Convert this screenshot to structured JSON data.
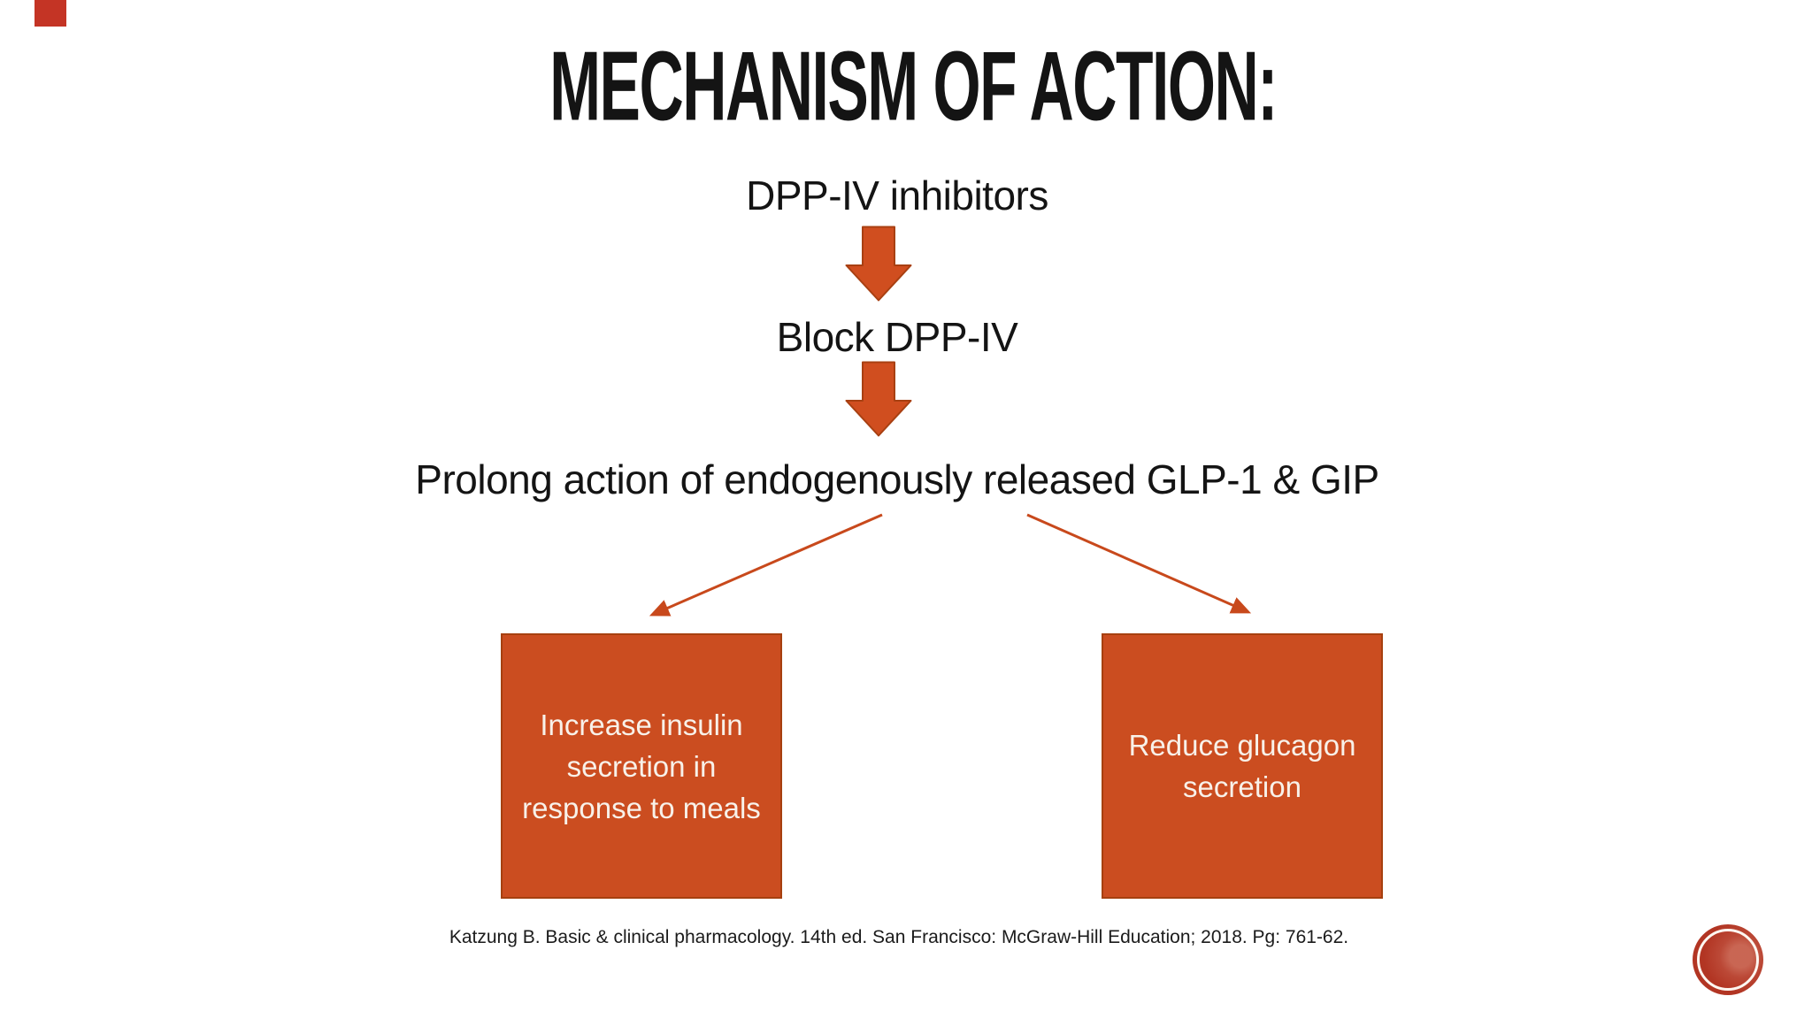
{
  "slide": {
    "title": "MECHANISM OF ACTION:",
    "flow": {
      "steps": [
        {
          "label": "DPP-IV inhibitors"
        },
        {
          "label": "Block DPP-IV"
        },
        {
          "label": "Prolong action of endogenously released GLP-1 & GIP"
        }
      ],
      "outcomes": [
        {
          "label": "Increase insulin secretion in response to meals"
        },
        {
          "label": "Reduce glucagon secretion"
        }
      ]
    },
    "citation": "Katzung B. Basic & clinical pharmacology. 14th ed. San Francisco: McGraw-Hill Education; 2018. Pg: 761-62.",
    "icons": {
      "down_block_arrow": "block-down-arrow",
      "diagonal_connector": "thin-diagonal-arrow",
      "logo": "red-circle-badge",
      "corner_accent": "red-corner-rectangle"
    },
    "colors": {
      "background": "#ffffff",
      "title_text": "#141414",
      "body_text": "#141414",
      "arrow_fill": "#d04e1f",
      "arrow_border": "#a84012",
      "connector_stroke": "#c8491c",
      "box_fill": "#cb4d20",
      "box_border": "#a6400f",
      "box_text": "#f8f1e9",
      "logo_fill": "#b23523",
      "corner_accent_fill": "#c43425"
    }
  }
}
